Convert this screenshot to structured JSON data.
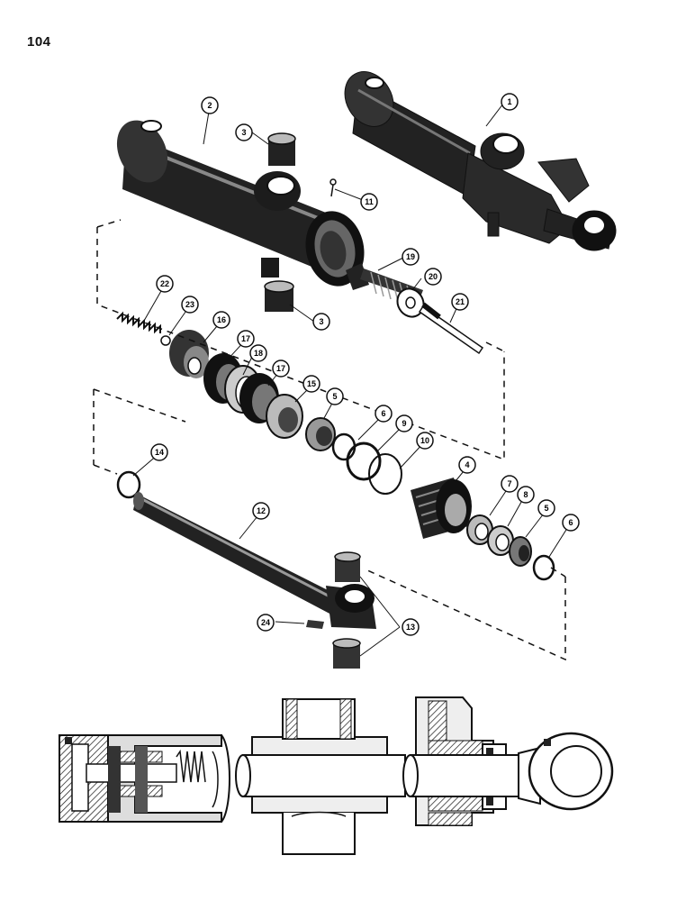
{
  "page_number": "104",
  "callouts": [
    "1",
    "2",
    "3",
    "3",
    "4",
    "5",
    "5",
    "6",
    "6",
    "7",
    "8",
    "9",
    "10",
    "11",
    "12",
    "13",
    "14",
    "15",
    "16",
    "17",
    "17",
    "18",
    "19",
    "20",
    "21",
    "22",
    "23",
    "24"
  ],
  "colors": {
    "ink": "#111111",
    "paper": "#ffffff",
    "shade": "#444444"
  }
}
